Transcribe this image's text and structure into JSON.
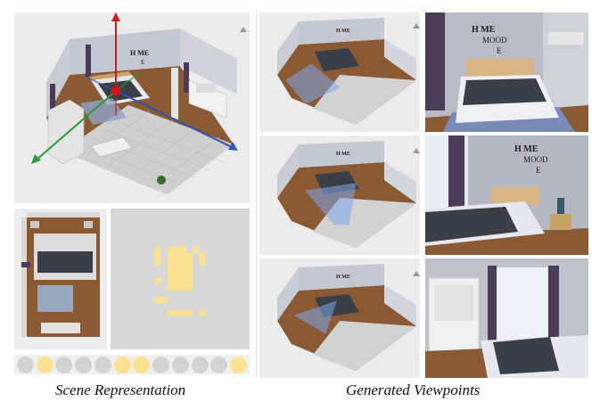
{
  "captions": {
    "left": "Scene Representation",
    "right": "Generated Viewpoints"
  },
  "wall_art": {
    "word_top": "H ME",
    "word_bottom": "E",
    "photo_word_top": "H ME",
    "photo_word_mid": "MOOD",
    "photo_word_bottom": "E"
  },
  "token_strip": {
    "pattern": [
      "grey",
      "yellow",
      "grey",
      "grey",
      "grey",
      "yellow",
      "yellow",
      "grey",
      "grey",
      "grey",
      "grey",
      "yellow"
    ],
    "grey_color": "#d3d3d3",
    "yellow_color": "#fbe293"
  },
  "colors": {
    "axis_x": "#2f55b3",
    "axis_y": "#2a9a3a",
    "axis_z": "#c21f1f",
    "origin": "#e01010",
    "frustum": "#7fa8e8",
    "layout_block": "#fbe293",
    "floor_wood": "#8a5a34",
    "floor_tile": "#d9d9d9"
  },
  "layout_grid": {
    "blocks": [
      {
        "c": 7,
        "r": 6,
        "w": 1,
        "h": 1
      },
      {
        "c": 9,
        "r": 6,
        "w": 3,
        "h": 1
      },
      {
        "c": 13,
        "r": 6,
        "w": 1,
        "h": 1
      },
      {
        "c": 7,
        "r": 7,
        "w": 1,
        "h": 2
      },
      {
        "c": 9,
        "r": 7,
        "w": 4,
        "h": 6
      },
      {
        "c": 14,
        "r": 7,
        "w": 1,
        "h": 2
      },
      {
        "c": 7,
        "r": 11,
        "w": 1,
        "h": 1
      },
      {
        "c": 7,
        "r": 14,
        "w": 2,
        "h": 1
      },
      {
        "c": 9,
        "r": 16,
        "w": 4,
        "h": 1
      },
      {
        "c": 14,
        "r": 16,
        "w": 1,
        "h": 1
      }
    ]
  }
}
